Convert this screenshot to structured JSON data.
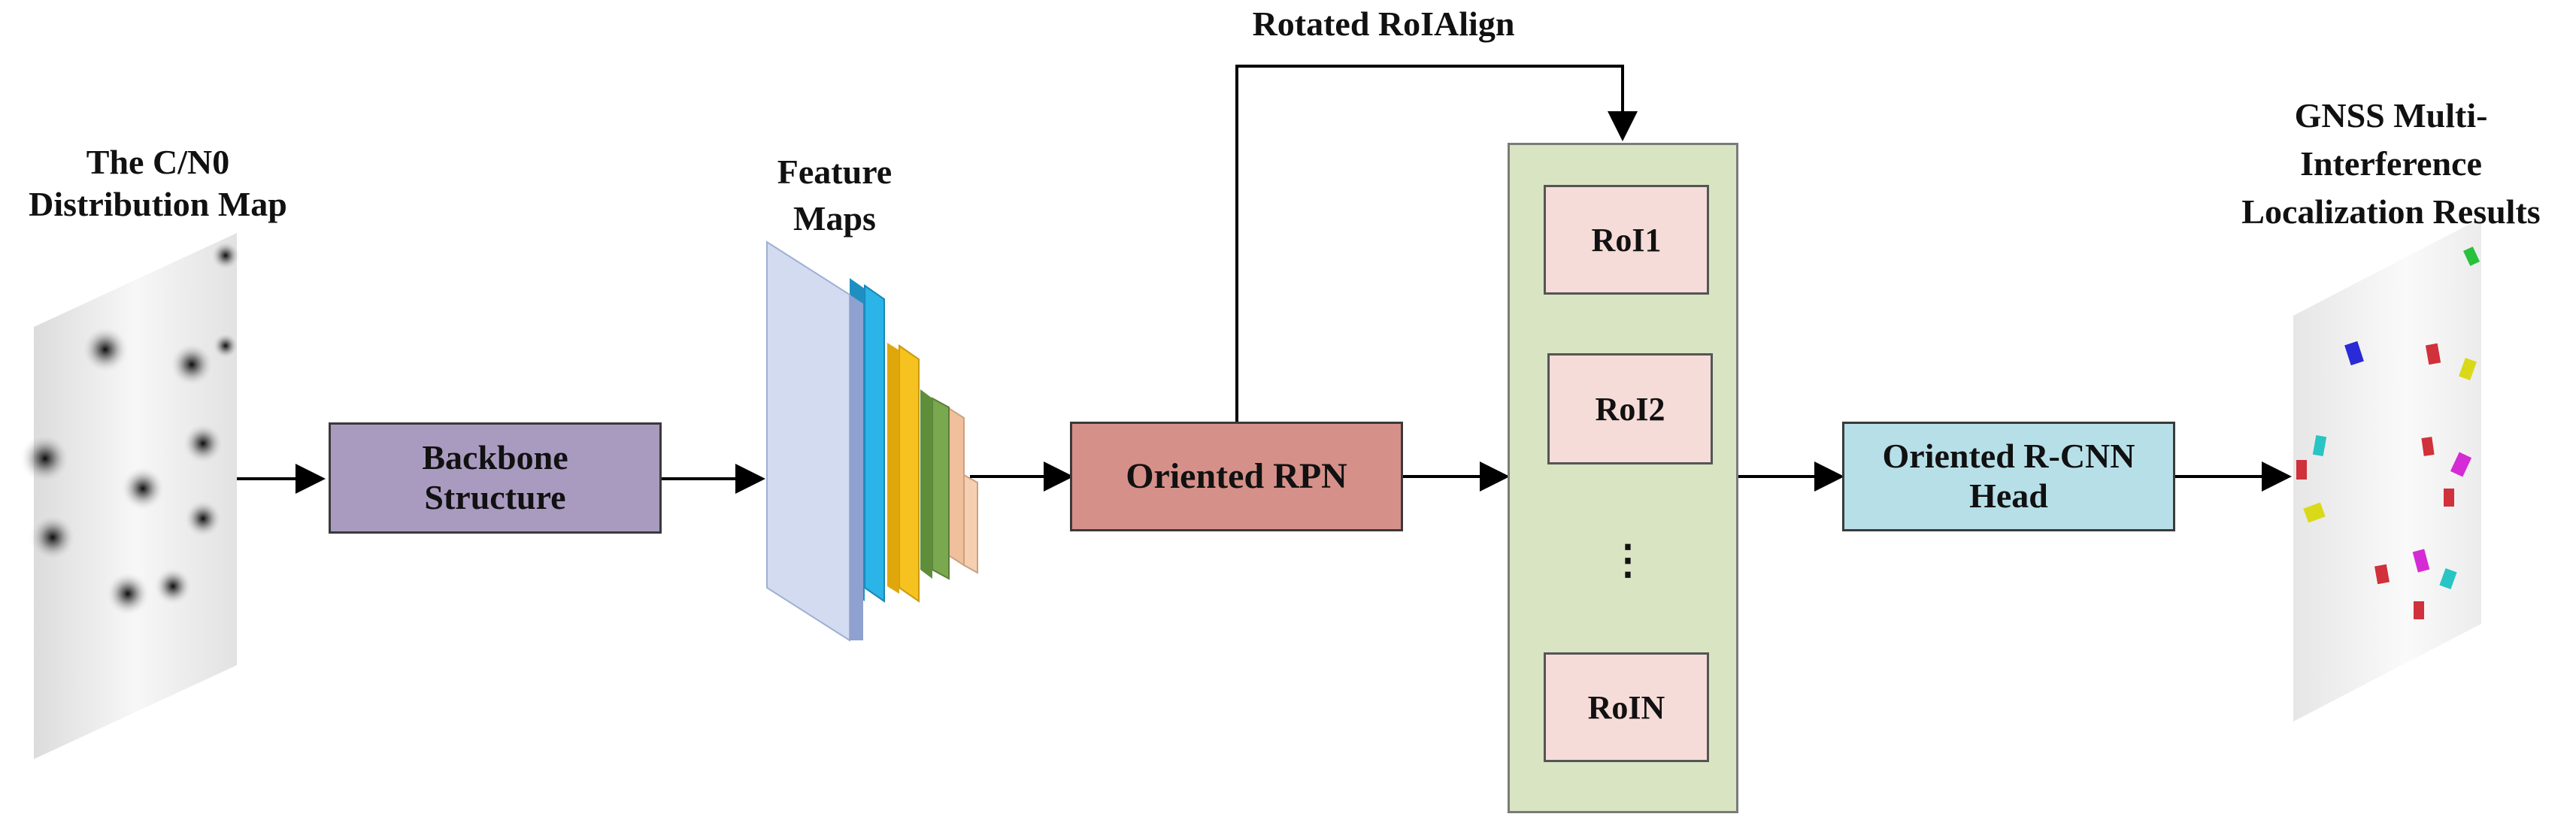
{
  "input": {
    "title_line1": "The C/N0",
    "title_line2": "Distribution Map"
  },
  "backbone": {
    "line1": "Backbone",
    "line2": "Structure"
  },
  "features": {
    "line1": "Feature",
    "line2": "Maps"
  },
  "rpn": {
    "label": "Oriented RPN"
  },
  "roialign": {
    "label": "Rotated RoIAlign"
  },
  "rois": [
    "RoI1",
    "RoI2",
    "RoIN"
  ],
  "ellipsis": "⋮",
  "head": {
    "line1": "Oriented R-CNN",
    "line2": "Head"
  },
  "output": {
    "line1": "GNSS Multi-",
    "line2": "Interference",
    "line3": "Localization Results"
  },
  "colors": {
    "backbone": "#a99bc0",
    "rpn": "#d6908a",
    "roi_panel": "#d9e4c3",
    "roi_box": "#f5dcd8",
    "head": "#b7dfe8",
    "feature_main": "#d3dbf0",
    "feature_blue": "#2ab4e8",
    "feature_yellow": "#f6c21f",
    "feature_green": "#79a84f",
    "feature_peach": "#f5cfb0"
  }
}
